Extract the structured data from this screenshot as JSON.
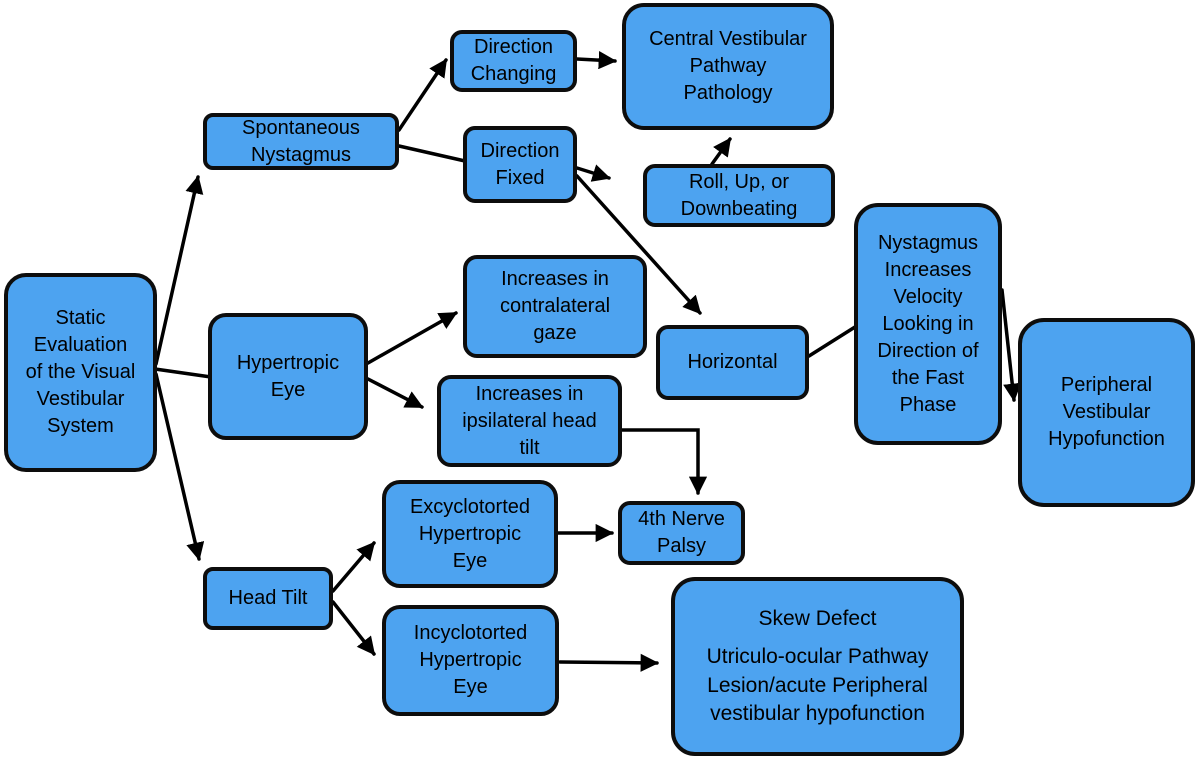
{
  "diagram": {
    "colors": {
      "node_fill": "#4da3f0",
      "node_border": "#0d0d0d",
      "arrow": "#000000",
      "background": "#ffffff"
    },
    "nodes": {
      "static": {
        "label": "Static\nEvaluation\nof the Visual\nVestibular\nSystem"
      },
      "spontaneous": {
        "label": "Spontaneous\nNystagmus"
      },
      "direction_changing": {
        "label": "Direction\nChanging"
      },
      "direction_fixed": {
        "label": "Direction\nFixed"
      },
      "central": {
        "label": "Central Vestibular\nPathway\nPathology"
      },
      "roll": {
        "label": "Roll, Up, or\nDownbeating"
      },
      "hypertropic": {
        "label": "Hypertropic\nEye"
      },
      "contralateral": {
        "label": "Increases in\ncontralateral\ngaze"
      },
      "ipsilateral": {
        "label": "Increases in\nipsilateral head\ntilt"
      },
      "horizontal": {
        "label": "Horizontal"
      },
      "nystagmus_increases": {
        "label": "Nystagmus\nIncreases\nVelocity\nLooking in\nDirection of\nthe Fast\nPhase"
      },
      "peripheral": {
        "label": "Peripheral\nVestibular\nHypofunction"
      },
      "head_tilt": {
        "label": "Head Tilt"
      },
      "excyclotorted": {
        "label": "Excyclotorted\nHypertropic\nEye"
      },
      "incyclotorted": {
        "label": "Incyclotorted\nHypertropic\nEye"
      },
      "fourth_nerve": {
        "label": "4th Nerve\nPalsy"
      },
      "skew": {
        "title": "Skew Defect",
        "body": "Utriculo-ocular Pathway\nLesion/acute Peripheral\nvestibular hypofunction"
      }
    },
    "edges": [
      {
        "from": "static",
        "to": "spontaneous",
        "arrowhead": true
      },
      {
        "from": "static",
        "to": "hypertropic",
        "arrowhead": false
      },
      {
        "from": "static",
        "to": "head_tilt",
        "arrowhead": true
      },
      {
        "from": "spontaneous",
        "to": "direction_changing",
        "arrowhead": true
      },
      {
        "from": "spontaneous",
        "to": "direction_fixed",
        "arrowhead": false
      },
      {
        "from": "direction_changing",
        "to": "central",
        "arrowhead": true
      },
      {
        "from": "direction_fixed",
        "to": "roll",
        "arrowhead": true
      },
      {
        "from": "direction_fixed",
        "to": "horizontal",
        "arrowhead": true
      },
      {
        "from": "roll",
        "to": "central",
        "arrowhead": true
      },
      {
        "from": "hypertropic",
        "to": "contralateral",
        "arrowhead": true
      },
      {
        "from": "hypertropic",
        "to": "ipsilateral",
        "arrowhead": true
      },
      {
        "from": "ipsilateral",
        "to": "fourth_nerve",
        "arrowhead": true
      },
      {
        "from": "horizontal",
        "to": "nystagmus_increases",
        "arrowhead": false
      },
      {
        "from": "nystagmus_increases",
        "to": "peripheral",
        "arrowhead": true
      },
      {
        "from": "head_tilt",
        "to": "excyclotorted",
        "arrowhead": true
      },
      {
        "from": "head_tilt",
        "to": "incyclotorted",
        "arrowhead": true
      },
      {
        "from": "excyclotorted",
        "to": "fourth_nerve",
        "arrowhead": true
      },
      {
        "from": "incyclotorted",
        "to": "skew",
        "arrowhead": true
      }
    ]
  }
}
